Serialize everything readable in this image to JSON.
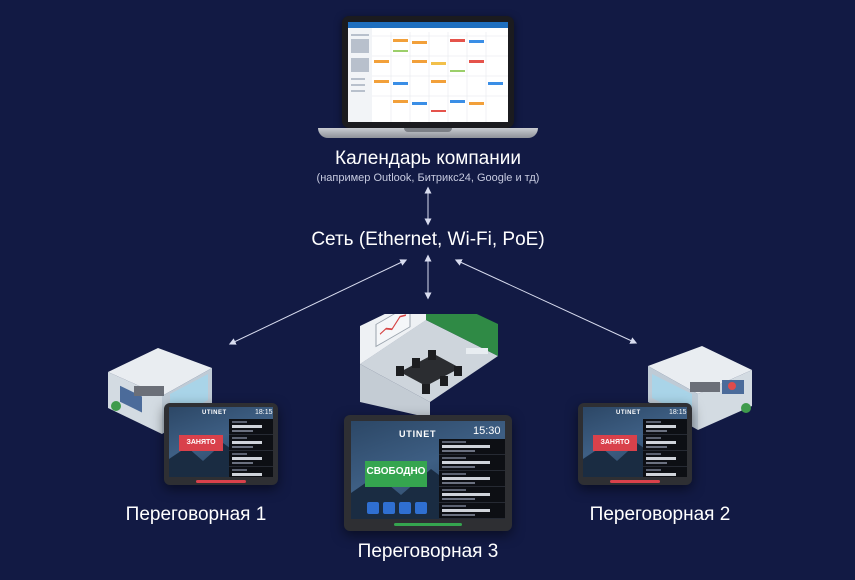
{
  "laptop": {
    "title": "Календарь компании",
    "subtitle": "(например Outlook, Битрикс24, Google и тд)"
  },
  "network": {
    "label": "Сеть (Ethernet, Wi-Fi, PoE)"
  },
  "rooms": [
    {
      "name": "Переговорная 1",
      "brand": "UTINET",
      "time": "18:15",
      "status": "ЗАНЯТО",
      "status_color": "#d9414b"
    },
    {
      "name": "Переговорная 3",
      "brand": "UTINET",
      "time": "15:30",
      "status": "СВОБОДНО",
      "status_color": "#35a54f"
    },
    {
      "name": "Переговорная 2",
      "brand": "UTINET",
      "time": "18:15",
      "status": "ЗАНЯТО",
      "status_color": "#d9414b"
    }
  ],
  "colors": {
    "background": "#121a44",
    "arrow": "#d8dcef"
  }
}
